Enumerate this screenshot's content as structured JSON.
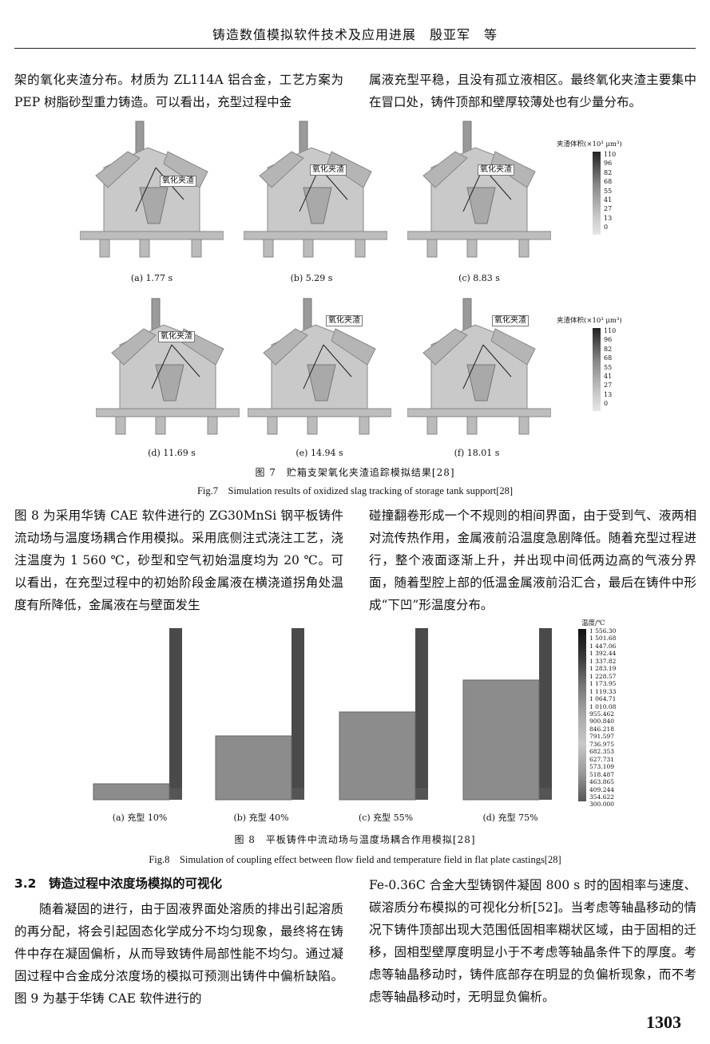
{
  "header": {
    "title": "铸造数值模拟软件技术及应用进展　殷亚军　等"
  },
  "intro": {
    "left": "架的氧化夹渣分布。材质为 ZL114A 铝合金，工艺方案为 PEP 树脂砂型重力铸造。可以看出，充型过程中金",
    "right": "属液充型平稳，且没有孤立液相区。最终氧化夹渣主要集中在冒口处，铸件顶部和壁厚较薄处也有少量分布。"
  },
  "fig7": {
    "subcaptions": [
      "(a) 1.77 s",
      "(b) 5.29 s",
      "(c) 8.83 s",
      "(d) 11.69 s",
      "(e) 14.94 s",
      "(f) 18.01 s"
    ],
    "annotations": [
      "氧化夹渣",
      "氧化夹渣",
      "氧化夹渣",
      "氧化夹渣",
      "氧化夹渣",
      "氧化夹渣"
    ],
    "legend_title": "夹渣体积(×10³ μm³)",
    "legend_values": [
      "110",
      "96",
      "82",
      "68",
      "55",
      "41",
      "27",
      "13",
      "0"
    ],
    "caption_cn": "图 7　贮箱支架氧化夹渣追踪模拟结果[28]",
    "caption_en": "Fig.7　Simulation results of oxidized slag tracking of storage tank support[28]"
  },
  "middle": {
    "left": "图 8 为采用华铸 CAE 软件进行的 ZG30MnSi 钢平板铸件流动场与温度场耦合作用模拟。采用底侧注式浇注工艺，浇注温度为 1 560 ℃，砂型和空气初始温度均为 20 ℃。可以看出，在充型过程中的初始阶段金属液在横浇道拐角处温度有所降低，金属液在与壁面发生",
    "right": "碰撞翻卷形成一个不规则的相间界面，由于受到气、液两相对流传热作用，金属液前沿温度急剧降低。随着充型过程进行，整个液面逐渐上升，并出现中间低两边高的气液分界面，随着型腔上部的低温金属液前沿汇合，最后在铸件中形成“下凹”形温度分布。"
  },
  "fig8": {
    "subcaptions": [
      "(a) 充型 10%",
      "(b) 充型 40%",
      "(c) 充型 55%",
      "(d) 充型 75%"
    ],
    "fill_levels": [
      0.1,
      0.4,
      0.55,
      0.75
    ],
    "legend_title": "温度/℃",
    "legend_values": [
      "1 556.30",
      "1 501.68",
      "1 447.06",
      "1 392.44",
      "1 337.82",
      "1 283.19",
      "1 228.57",
      "1 173.95",
      "1 119.33",
      "1 064.71",
      "1 010.08",
      "955.462",
      "900.840",
      "846.218",
      "791.597",
      "736.975",
      "682.353",
      "627.731",
      "573.109",
      "518.487",
      "463.865",
      "409.244",
      "354.622",
      "300.000"
    ],
    "caption_cn": "图 8　平板铸件中流动场与温度场耦合作用模拟[28]",
    "caption_en": "Fig.8　Simulation of coupling effect between flow field and temperature field in flat plate castings[28]"
  },
  "section": {
    "title": "3.2　铸造过程中浓度场模拟的可视化"
  },
  "bottom": {
    "left": "随着凝固的进行，由于固液界面处溶质的排出引起溶质的再分配，将会引起固态化学成分不均匀现象，最终将在铸件中存在凝固偏析，从而导致铸件局部性能不均匀。通过凝固过程中合金成分浓度场的模拟可预测出铸件中偏析缺陷。图 9 为基于华铸 CAE 软件进行的",
    "right": "Fe-0.36C 合金大型铸钢件凝固 800 s 时的固相率与速度、碳溶质分布模拟的可视化分析[52]。当考虑等轴晶移动的情况下铸件顶部出现大范围低固相率糊状区域，由于固相的迁移，固相型壁厚度明显小于不考虑等轴晶条件下的厚度。考虑等轴晶移动时，铸件底部存在明显的负偏析现象，而不考虑等轴晶移动时，无明显负偏析。"
  },
  "page_number": "1303"
}
